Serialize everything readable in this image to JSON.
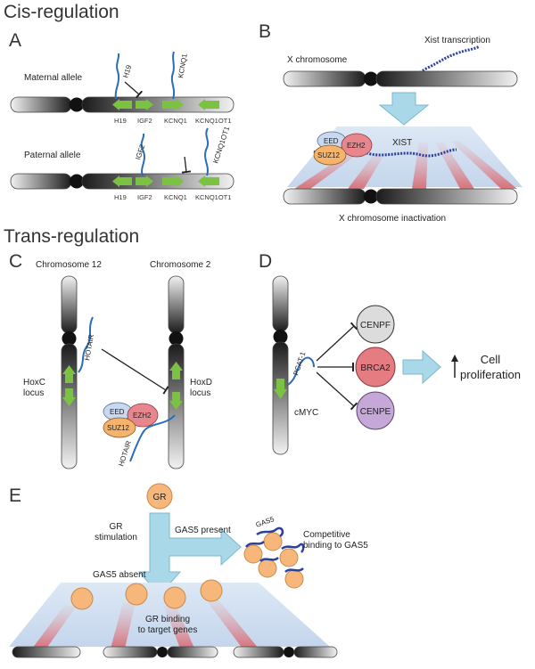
{
  "sections": {
    "cis": "Cis-regulation",
    "trans": "Trans-regulation"
  },
  "panels": {
    "a": "A",
    "b": "B",
    "c": "C",
    "d": "D",
    "e": "E"
  },
  "panel_a": {
    "maternal": "Maternal allele",
    "paternal": "Paternal allele",
    "genes": [
      "H19",
      "IGF2",
      "KCNQ1",
      "KCNQ1OT1"
    ],
    "maternal_rna": [
      "H19",
      "KCNQ1"
    ],
    "paternal_rna": [
      "IGF2",
      "KCNQ1OT1"
    ]
  },
  "panel_b": {
    "chromosome": "X chromosome",
    "transcription": "Xist transcription",
    "xist": "XIST",
    "inactivation": "X chromosome inactivation",
    "complex": {
      "eed": "EED",
      "ezh2": "EZH2",
      "suz12": "SUZ12"
    }
  },
  "panel_c": {
    "chr12": "Chromosome 12",
    "chr2": "Chromosome 2",
    "hoxc": [
      "HoxC",
      "locus"
    ],
    "hoxd": [
      "HoxD",
      "locus"
    ],
    "hotair": "HOTAIR",
    "complex": {
      "eed": "EED",
      "ezh2": "EZH2",
      "suz12": "SUZ12"
    }
  },
  "panel_d": {
    "pcat": "PCAT-1",
    "cmyc": "cMYC",
    "targets": [
      "CENPF",
      "BRCA2",
      "CENPE"
    ],
    "outcome": [
      "Cell",
      "proliferation"
    ]
  },
  "panel_e": {
    "gr": "GR",
    "stim": [
      "GR",
      "stimulation"
    ],
    "present": "GAS5 present",
    "absent": "GAS5 absent",
    "gas5": "GAS5",
    "competitive": [
      "Competitive",
      "binding to GAS5"
    ],
    "binding": [
      "GR binding",
      "to target genes"
    ]
  },
  "colors": {
    "green_arrow": "#7cc242",
    "rna_blue": "#2a6db5",
    "eed": "#c8d8ee",
    "ezh2": "#e8868e",
    "suz12": "#f5b36b",
    "cenpf": "#dcdcdc",
    "brca2": "#e57c82",
    "cenpe": "#c5a8d8",
    "block_arrow": "#a9d8e8",
    "gr_circle": "#f7b77a"
  }
}
